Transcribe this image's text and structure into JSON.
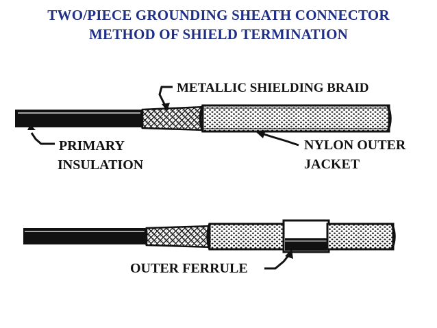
{
  "title": {
    "line1": "TWO/PIECE GROUNDING SHEATH CONNECTOR",
    "line2": "METHOD OF SHIELD TERMINATION"
  },
  "labels": {
    "braid": "METALLIC SHIELDING BRAID",
    "primary_line1": "PRIMARY",
    "primary_line2": "INSULATION",
    "jacket_line1": "NYLON OUTER",
    "jacket_line2": "JACKET",
    "ferrule": "OUTER FERRULE"
  },
  "colors": {
    "title": "#1f2f86",
    "ink": "#111111"
  }
}
